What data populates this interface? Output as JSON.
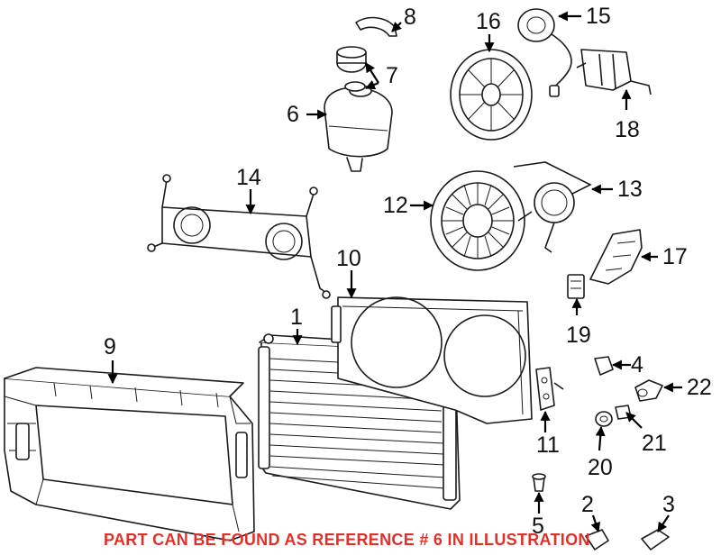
{
  "colors": {
    "caption": "#e0302a",
    "lines": "#1a1a1a"
  },
  "caption": "PART CAN BE FOUND AS REFERENCE # 6 IN ILLUSTRATION",
  "callouts": [
    {
      "id": "c1",
      "label": "1"
    },
    {
      "id": "c2",
      "label": "2"
    },
    {
      "id": "c3",
      "label": "3"
    },
    {
      "id": "c4",
      "label": "4"
    },
    {
      "id": "c5",
      "label": "5"
    },
    {
      "id": "c6",
      "label": "6"
    },
    {
      "id": "c7",
      "label": "7"
    },
    {
      "id": "c8",
      "label": "8"
    },
    {
      "id": "c9",
      "label": "9"
    },
    {
      "id": "c10",
      "label": "10"
    },
    {
      "id": "c11",
      "label": "11"
    },
    {
      "id": "c12",
      "label": "12"
    },
    {
      "id": "c13",
      "label": "13"
    },
    {
      "id": "c14",
      "label": "14"
    },
    {
      "id": "c15",
      "label": "15"
    },
    {
      "id": "c16",
      "label": "16"
    },
    {
      "id": "c17",
      "label": "17"
    },
    {
      "id": "c18",
      "label": "18"
    },
    {
      "id": "c19",
      "label": "19"
    },
    {
      "id": "c20",
      "label": "20"
    },
    {
      "id": "c21",
      "label": "21"
    },
    {
      "id": "c22",
      "label": "22"
    }
  ]
}
